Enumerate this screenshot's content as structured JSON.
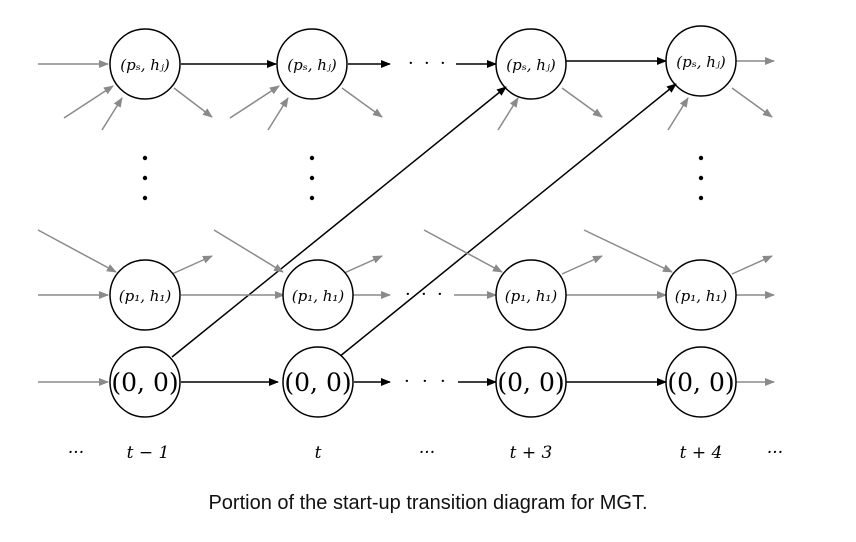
{
  "caption": "Portion of the start-up transition diagram for MGT.",
  "nodes": {
    "ps_hj": "(pₛ, hⱼ)",
    "p1_h1": "(p₁, h₁)",
    "zero": "(0, 0)"
  },
  "columns": [
    "···",
    "t − 1",
    "t",
    "···",
    "t + 3",
    "t + 4",
    "···"
  ],
  "colors": {
    "main": "#000000",
    "gray": "#8a8a8a"
  }
}
